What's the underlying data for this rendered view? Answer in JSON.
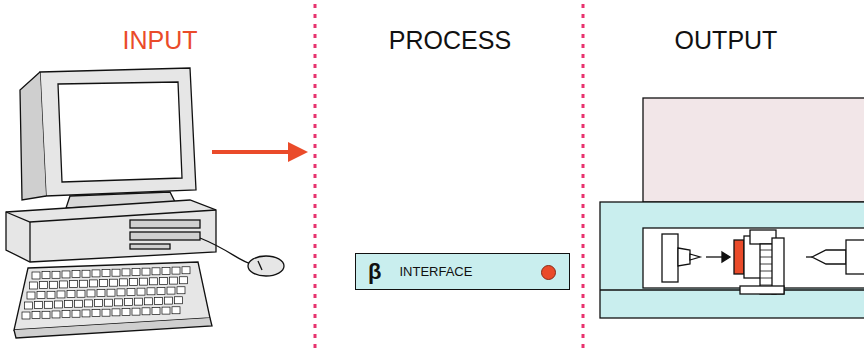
{
  "diagram": {
    "nodes": [
      {
        "text": [
          "β",
          "INTERFACE"
        ]
      }
    ],
    "labels": [
      "INPUT",
      "PROCESS",
      "OUTPUT"
    ]
  }
}
